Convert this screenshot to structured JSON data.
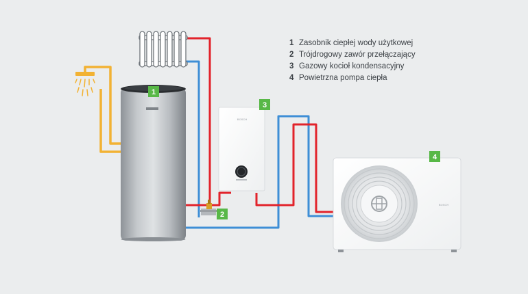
{
  "colors": {
    "hot_pipe": "#e2232b",
    "cold_pipe": "#3e8ed6",
    "dhw_pipe": "#f2b233",
    "badge": "#58b847",
    "background": "#ebedee"
  },
  "icons": [
    "radiator-icon",
    "shower-icon",
    "hot-water-cylinder",
    "three-way-valve",
    "gas-boiler",
    "air-heat-pump"
  ],
  "brand": {
    "label": "BOSCH"
  },
  "legend": [
    {
      "num": "1",
      "label": "Zasobnik ciepłej wody użytkowej"
    },
    {
      "num": "2",
      "label": "Trójdrogowy zawór przełączający"
    },
    {
      "num": "3",
      "label": "Gazowy kocioł kondensacyjny"
    },
    {
      "num": "4",
      "label": "Powietrzna pompa ciepła"
    }
  ],
  "badges": {
    "cylinder": "1",
    "valve": "2",
    "boiler": "3",
    "heat_pump": "4"
  }
}
